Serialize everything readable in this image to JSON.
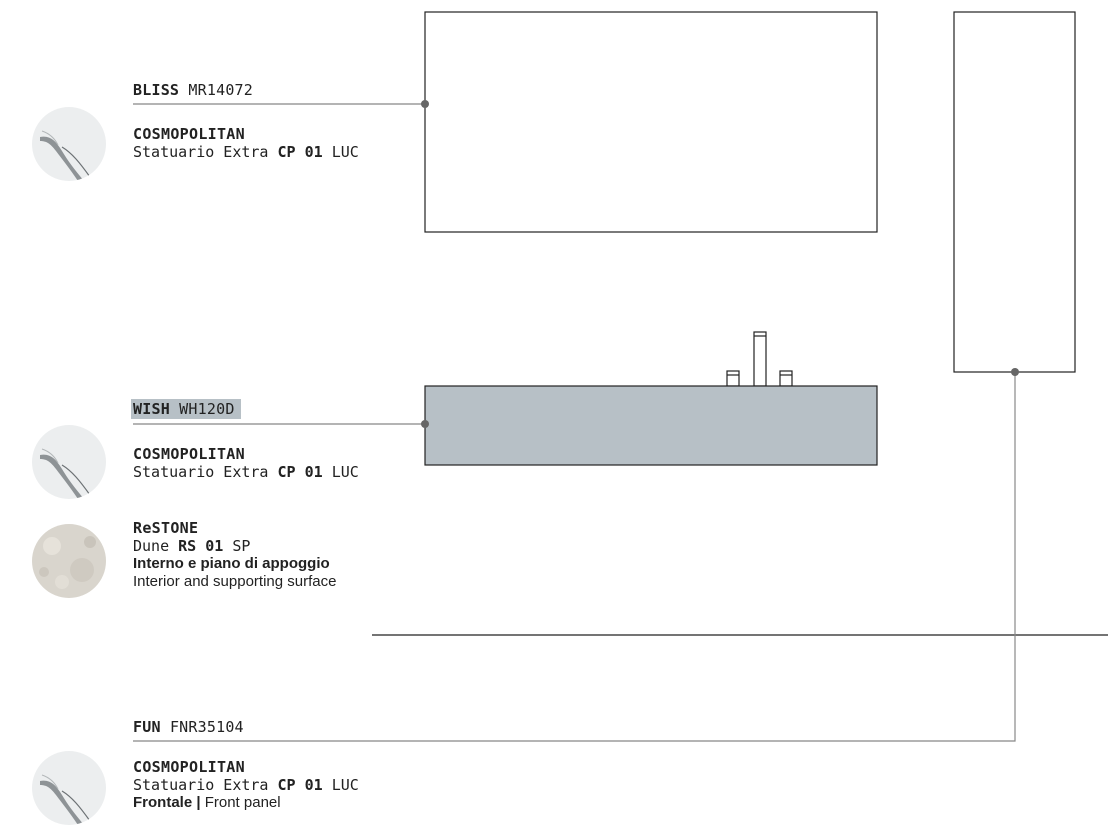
{
  "items": [
    {
      "name": "BLISS",
      "code": "MR14072",
      "materials": [
        {
          "brand": "COSMOPOLITAN",
          "finish_pre": "Statuario Extra",
          "finish_code": "CP 01",
          "finish_post": "LUC"
        }
      ]
    },
    {
      "name": "WISH",
      "code": "WH120D",
      "materials": [
        {
          "brand": "COSMOPOLITAN",
          "finish_pre": "Statuario Extra",
          "finish_code": "CP 01",
          "finish_post": "LUC"
        },
        {
          "brand": "ReSTONE",
          "finish_pre": "Dune",
          "finish_code": "RS 01",
          "finish_post": "SP",
          "note_it": "Interno e piano di appoggio",
          "note_en": "Interior and supporting surface"
        }
      ]
    },
    {
      "name": "FUN",
      "code": "FNR35104",
      "materials": [
        {
          "brand": "COSMOPOLITAN",
          "finish_pre": "Statuario Extra",
          "finish_code": "CP 01",
          "finish_post": "LUC",
          "note_it": "Frontale |",
          "note_en": "Front panel"
        }
      ]
    }
  ],
  "colors": {
    "leader": "#777777",
    "outline": "#222222",
    "cabinet_fill": "#b7c0c6",
    "highlight": "#b7c0c6",
    "marble": "#e9ebec",
    "stone": "#d8d4cc"
  },
  "swatches": [
    "statuario-marble",
    "statuario-marble",
    "dune-stone",
    "statuario-marble"
  ]
}
